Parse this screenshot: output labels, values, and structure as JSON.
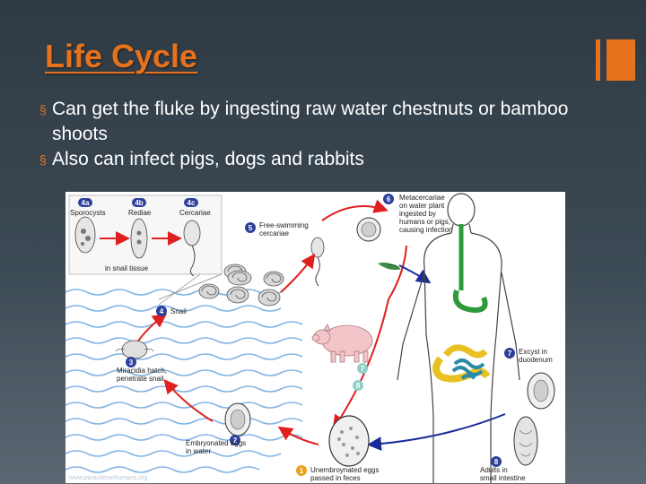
{
  "slide": {
    "title": "Life Cycle",
    "bullets": [
      "Can get the fluke by ingesting raw water chestnuts or bamboo shoots",
      "Also can infect pigs, dogs and rabbits"
    ],
    "bullet_marker": "§",
    "colors": {
      "accent": "#e8711c",
      "text": "#ffffff",
      "background": "#2f3a43"
    }
  },
  "diagram": {
    "stages": {
      "s4a": {
        "num": "4a",
        "label": "Sporocysts"
      },
      "s4b": {
        "num": "4b",
        "label": "Rediae"
      },
      "s4c": {
        "num": "4c",
        "label": "Cercariae"
      },
      "tissue": "in snail tissue",
      "s5": {
        "num": "5",
        "label1": "Free-swimming",
        "label2": "cercariae"
      },
      "s6": {
        "num": "6",
        "label1": "Metacercariae",
        "label2": "on water plant",
        "label3": "ingested by",
        "label4": "humans or pigs,",
        "label5": "causing infection"
      },
      "s4": {
        "num": "4",
        "label": "Snail"
      },
      "s3": {
        "num": "3",
        "label1": "Miracidia hatch,",
        "label2": "penetrate snail"
      },
      "s2": {
        "num": "2",
        "label1": "Embryonated eggs",
        "label2": "in water"
      },
      "s1": {
        "num": "1",
        "label1": "Unembroynated eggs",
        "label2": "passed in feces"
      },
      "s7": {
        "num": "7",
        "label1": "Excyst in",
        "label2": "duodenum"
      },
      "s8": {
        "num": "8",
        "label1": "Adults in",
        "label2": "small intestine"
      },
      "pig7": "7",
      "pig8": "8"
    },
    "watermark": "www.parasitesinhumans.org"
  }
}
